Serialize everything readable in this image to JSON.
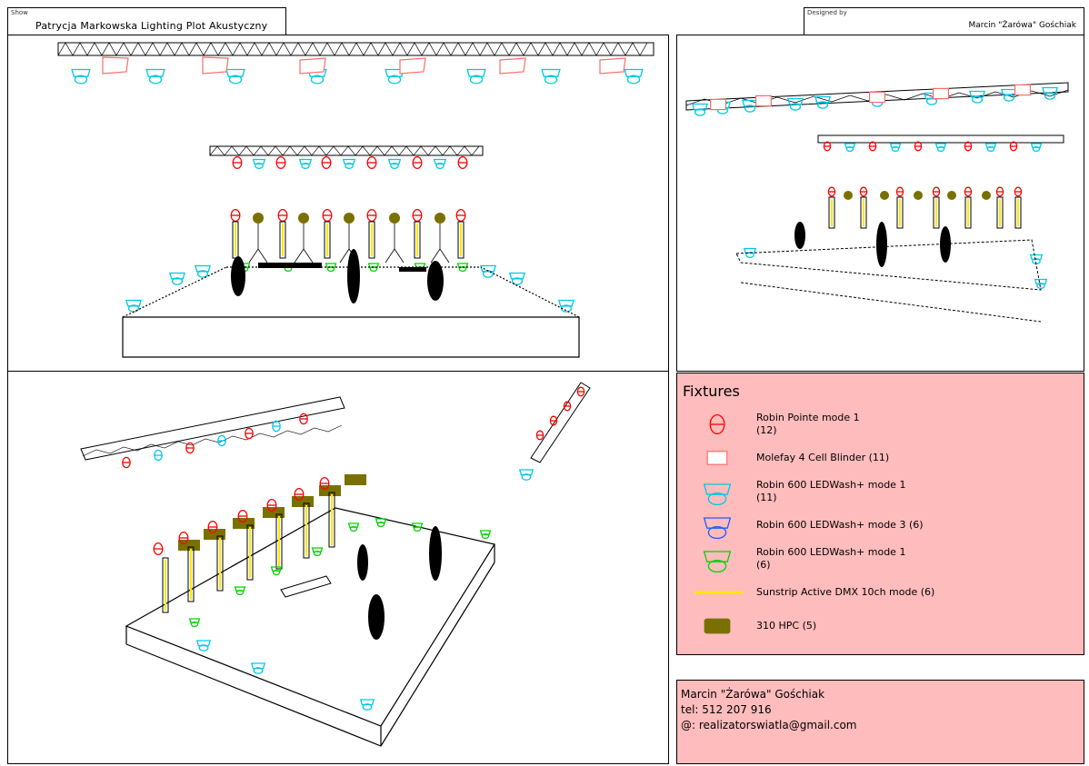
{
  "header": {
    "show_label": "Show",
    "show_title": "Patrycja Markowska Lighting Plot Akustyczny",
    "author_label": "Designed by",
    "author_name": "Marcin \"Żarówa\" Gośchiak"
  },
  "legend": {
    "title": "Fixtures",
    "items": [
      {
        "icon": "profile-spot-icon",
        "color": "#ff0000",
        "label": "Robin Pointe mode 1\n (12)"
      },
      {
        "icon": "blinder-icon",
        "color": "#ff6b6b",
        "label": "Molefay 4 Cell Blinder (11)"
      },
      {
        "icon": "wash-icon",
        "color": "#00c8e6",
        "label": "Robin 600 LEDWash+ mode 1\n (11)"
      },
      {
        "icon": "wash-icon",
        "color": "#1e5cff",
        "label": "Robin 600 LEDWash+ mode 3 (6)"
      },
      {
        "icon": "wash-icon",
        "color": "#00d400",
        "label": "Robin 600 LEDWash+ mode 1\n (6)"
      },
      {
        "icon": "led-bar-icon",
        "color": "#ffe800",
        "label": "Sunstrip Active DMX 10ch mode (6)"
      },
      {
        "icon": "hpc-icon",
        "color": "#7a7000",
        "label": "310 HPC (5)"
      }
    ]
  },
  "contact": {
    "name": "Marcin \"Żarówa\" Gośchiak",
    "phone": "tel: 512 207 916",
    "email": "@: realizatorswiatla@gmail.com"
  },
  "colors": {
    "profile": "#ff0000",
    "blinder": "#ff6b6b",
    "wash_cyan": "#00c8e6",
    "wash_blue": "#1e5cff",
    "wash_green": "#00d400",
    "led_bar": "#ffe800",
    "hpc": "#7a7000",
    "panel": "#ffbcbc"
  }
}
